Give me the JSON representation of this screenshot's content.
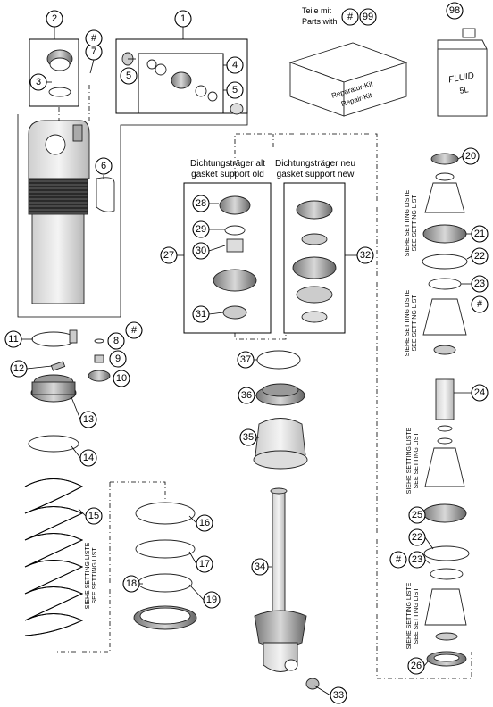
{
  "header": {
    "teile_mit": "Teile mit",
    "parts_with": "Parts with",
    "hash_symbol": "#",
    "kit_number": "99",
    "fluid_number": "98"
  },
  "kit_box": {
    "label_de": "Reparatur-Kit",
    "label_en": "Repair-Kit"
  },
  "fluid_can": {
    "label": "FLUID",
    "volume": "5L"
  },
  "gasket": {
    "old_de": "Dichtungsträger alt",
    "old_en": "gasket support old",
    "new_de": "Dichtungsträger neu",
    "new_en": "gasket support new"
  },
  "setting": {
    "de": "SIEHE SETTING LISTE",
    "en": "SEE SETTING LIST"
  },
  "callouts": {
    "c1": "1",
    "c2": "2",
    "c3": "3",
    "c4": "4",
    "c5a": "5",
    "c5b": "5",
    "c6": "6",
    "c7": "7",
    "c8": "8",
    "c9": "9",
    "c10": "10",
    "c11": "11",
    "c12": "12",
    "c13": "13",
    "c14": "14",
    "c15": "15",
    "c16": "16",
    "c17": "17",
    "c18": "18",
    "c19": "19",
    "c20": "20",
    "c21": "21",
    "c22a": "22",
    "c22b": "22",
    "c23a": "23",
    "c23b": "23",
    "c24": "24",
    "c25": "25",
    "c26": "26",
    "c27": "27",
    "c28": "28",
    "c29": "29",
    "c30": "30",
    "c31": "31",
    "c32": "32",
    "c33": "33",
    "c34": "34",
    "c35": "35",
    "c36": "36",
    "c37": "37",
    "h1": "#",
    "h2": "#",
    "h3": "#",
    "h4": "#"
  }
}
